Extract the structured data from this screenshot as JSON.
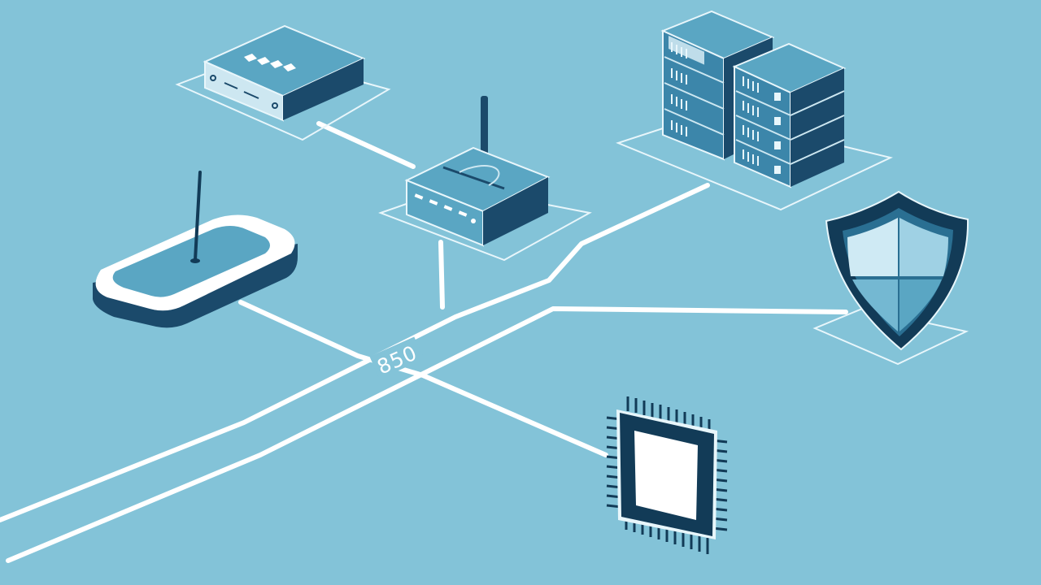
{
  "diagram": {
    "link_label": "850",
    "colors": {
      "background": "#83c3d8",
      "device_top": "#5aa6c3",
      "device_side": "#1b4a6b",
      "device_dark": "#123b57",
      "outline": "#e8f6fb",
      "link": "#ffffff",
      "shield_light": "#cfeaf4",
      "shield_mid": "#74b8d2"
    },
    "nodes": [
      {
        "id": "switch",
        "icon": "network-switch-icon"
      },
      {
        "id": "central-router",
        "icon": "router-icon"
      },
      {
        "id": "server-rack",
        "icon": "server-rack-icon"
      },
      {
        "id": "access-point",
        "icon": "wireless-access-point-icon"
      },
      {
        "id": "firewall",
        "icon": "shield-icon"
      },
      {
        "id": "chip",
        "icon": "microchip-icon"
      }
    ]
  }
}
